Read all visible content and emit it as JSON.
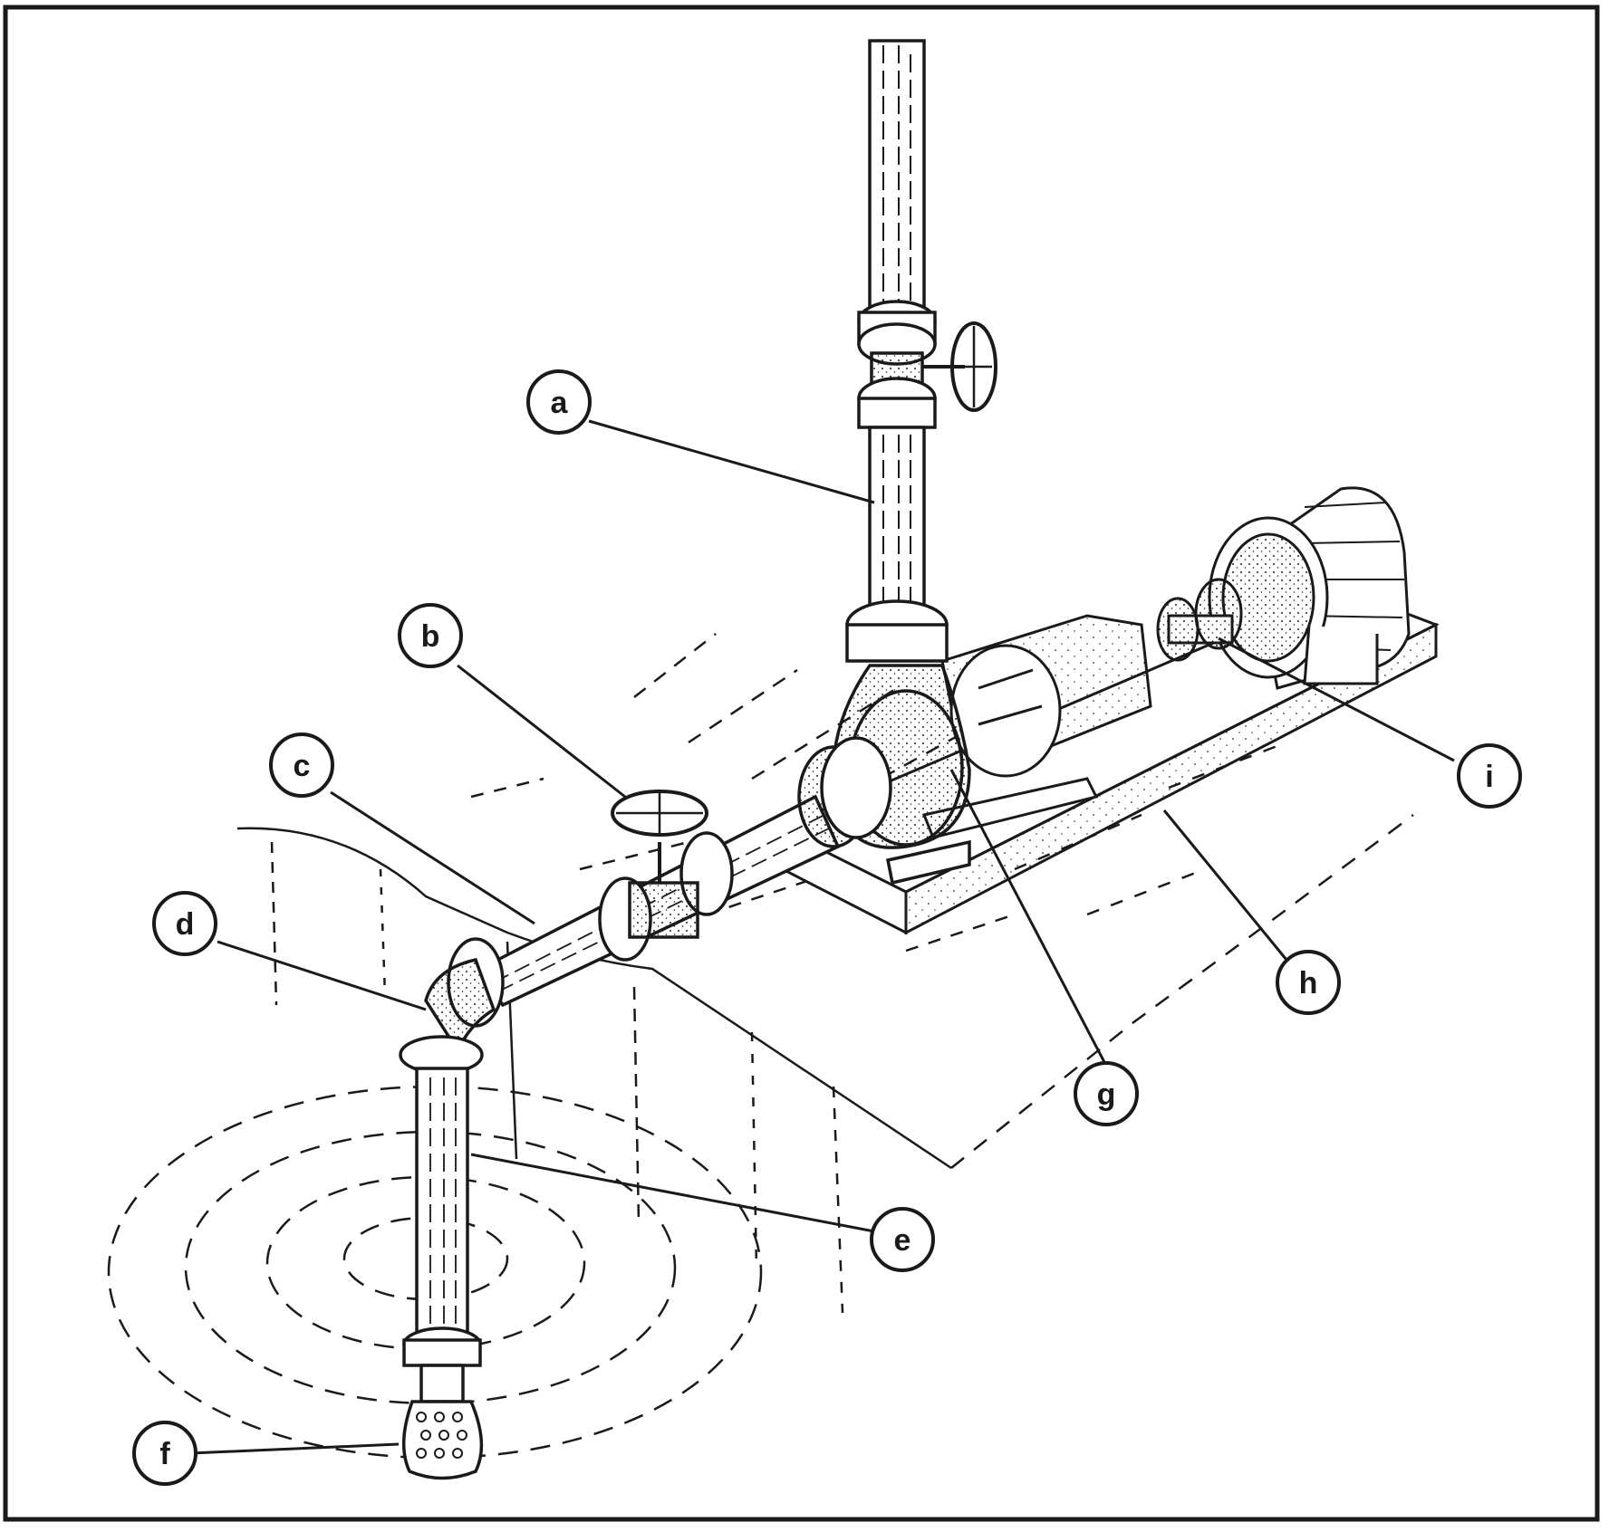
{
  "diagram": {
    "labels": [
      {
        "id": "a",
        "text": "a"
      },
      {
        "id": "b",
        "text": "b"
      },
      {
        "id": "c",
        "text": "c"
      },
      {
        "id": "d",
        "text": "d"
      },
      {
        "id": "e",
        "text": "e"
      },
      {
        "id": "f",
        "text": "f"
      },
      {
        "id": "g",
        "text": "g"
      },
      {
        "id": "h",
        "text": "h"
      },
      {
        "id": "i",
        "text": "i"
      }
    ]
  },
  "colors": {
    "ink": "#1a1a1a",
    "paper": "#ffffff"
  }
}
